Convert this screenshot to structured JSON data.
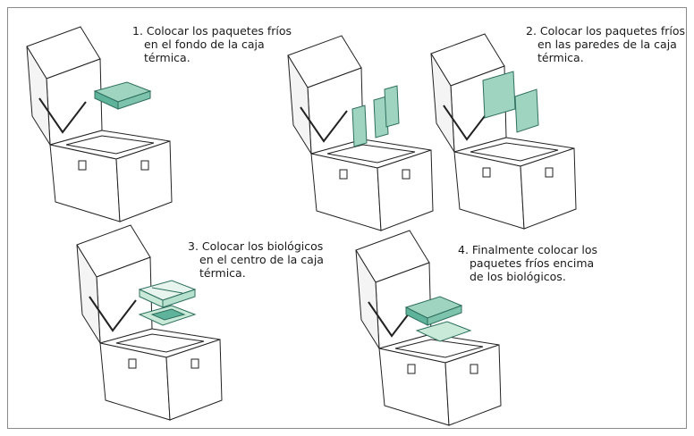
{
  "colors": {
    "pack": "#9fd4c0",
    "pack_dark": "#5fb39b",
    "pack_stroke": "#2f6f5e",
    "line": "#222222",
    "panel_border": "#8a8a8a"
  },
  "steps": [
    {
      "lines": [
        "1. Colocar los paquetes fríos",
        "en el fondo de la caja",
        "térmica."
      ]
    },
    {
      "lines": [
        "2. Colocar los paquetes fríos",
        "en las paredes de la caja",
        "térmica."
      ]
    },
    {
      "lines": [
        "3. Colocar los biológicos",
        "en el centro de la caja",
        "térmica."
      ]
    },
    {
      "lines": [
        "4. Finalmente colocar los",
        "paquetes fríos encima",
        "de los biológicos."
      ]
    }
  ]
}
